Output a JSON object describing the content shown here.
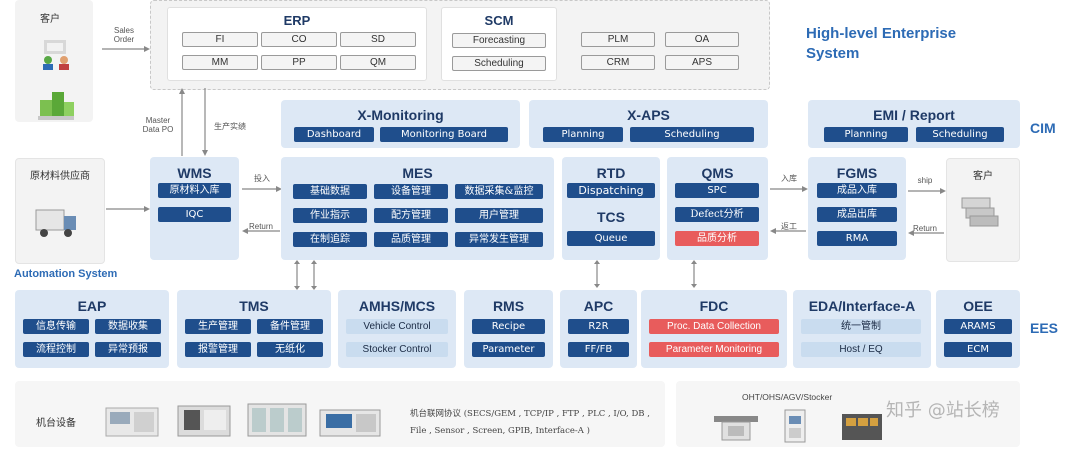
{
  "top": {
    "customer_label": "客户",
    "sales_order": "Sales Order",
    "erp": {
      "title": "ERP",
      "items": [
        "FI",
        "CO",
        "SD",
        "MM",
        "PP",
        "QM"
      ]
    },
    "scm": {
      "title": "SCM",
      "items": [
        "Forecasting",
        "Scheduling"
      ]
    },
    "others": [
      "PLM",
      "OA",
      "CRM",
      "APS"
    ],
    "level_title": "High-level Enterprise System",
    "master_data": "Master Data PO",
    "production_report": "生产实绩"
  },
  "cim": {
    "label": "CIM",
    "xmon": {
      "title": "X-Monitoring",
      "items": [
        "Dashboard",
        "Monitoring Board"
      ]
    },
    "xaps": {
      "title": "X-APS",
      "items": [
        "Planning",
        "Scheduling"
      ]
    },
    "emi": {
      "title": "EMI / Report",
      "items": [
        "Planning",
        "Scheduling"
      ]
    },
    "supplier_label": "原材料供应商",
    "wms": {
      "title": "WMS",
      "items": [
        "原材料入库",
        "IQC"
      ]
    },
    "inbound": "投入",
    "return1": "Return",
    "mes": {
      "title": "MES",
      "items": [
        "基础数据",
        "设备管理",
        "数据采集&监控",
        "作业指示",
        "配方管理",
        "用户管理",
        "在制追踪",
        "品质管理",
        "异常发生管理"
      ]
    },
    "rtd": {
      "title": "RTD",
      "item": "Dispatching"
    },
    "tcs": {
      "title": "TCS",
      "item": "Queue"
    },
    "qms": {
      "title": "QMS",
      "items": [
        "SPC",
        "Defect分析",
        "品质分析"
      ]
    },
    "rk": "入库",
    "fg": "返工",
    "fgms": {
      "title": "FGMS",
      "items": [
        "成品入库",
        "成品出库",
        "RMA"
      ]
    },
    "ship": "ship",
    "return2": "Return",
    "customer2": "客户",
    "automation": "Automation System"
  },
  "ees": {
    "label": "EES",
    "eap": {
      "title": "EAP",
      "items": [
        "信息传输",
        "数据收集",
        "流程控制",
        "异常预报"
      ]
    },
    "tms": {
      "title": "TMS",
      "items": [
        "生产管理",
        "备件管理",
        "报警管理",
        "无纸化"
      ]
    },
    "amhs": {
      "title": "AMHS/MCS",
      "items": [
        "Vehicle Control",
        "Stocker Control"
      ]
    },
    "rms": {
      "title": "RMS",
      "items": [
        "Recipe",
        "Parameter"
      ]
    },
    "apc": {
      "title": "APC",
      "items": [
        "R2R",
        "FF/FB"
      ]
    },
    "fdc": {
      "title": "FDC",
      "items": [
        "Proc. Data  Collection",
        "Parameter  Monitoring"
      ]
    },
    "eda": {
      "title": "EDA/Interface-A",
      "items": [
        "统一管制",
        "Host / EQ"
      ]
    },
    "oee": {
      "title": "OEE",
      "items": [
        "ARAMS",
        "ECM"
      ]
    }
  },
  "bottom": {
    "equip_label": "机台设备",
    "protocols": "机台联网协议 (SECS/GEM , TCP/IP , FTP , PLC , I/O, DB , File , Sensor , Screen, GPIB, Interface-A )",
    "oht": "OHT/OHS/AGV/Stocker",
    "watermark": "知乎 @站长榜"
  },
  "colors": {
    "dark_button": "#1f4e8c",
    "light_button": "#c9dcef",
    "red_button": "#e85c5c",
    "panel": "#dde8f5",
    "title": "#1f3a66"
  }
}
